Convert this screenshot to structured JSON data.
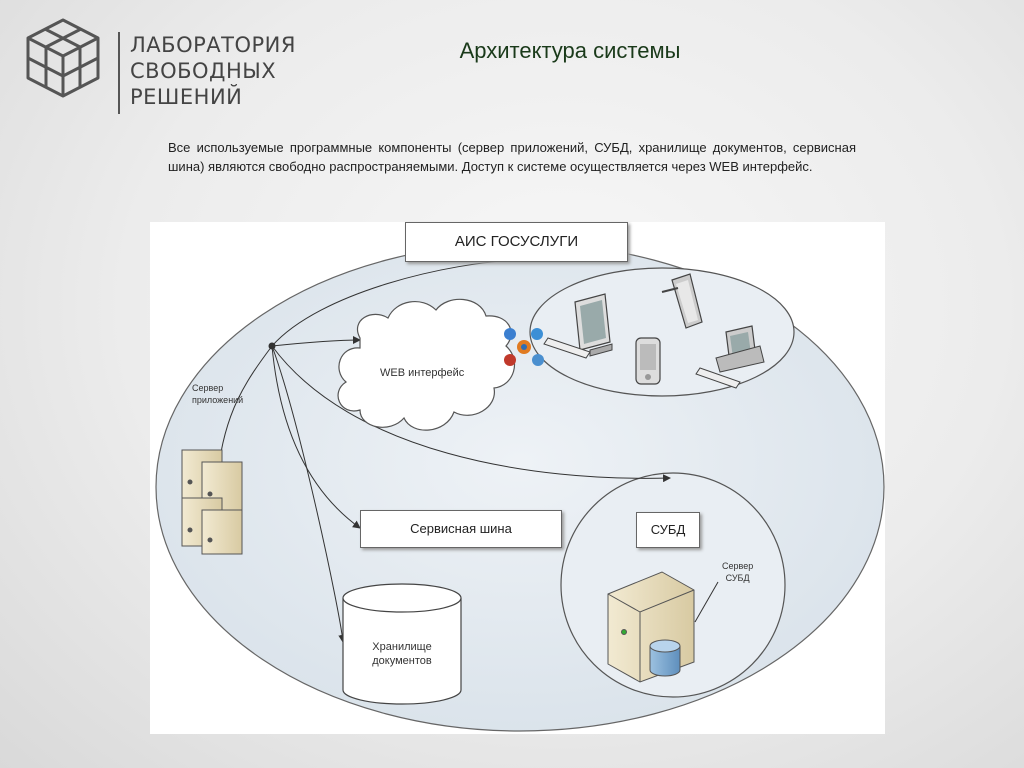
{
  "logo": {
    "line1": "ЛАБОРАТОРИЯ",
    "line2": "СВОБОДНЫХ",
    "line3": "РЕШЕНИЙ",
    "color": "#444444"
  },
  "title": "Архитектура системы",
  "intro": "Все используемые программные компоненты (сервер приложений, СУБД, хранилище документов, сервисная шина) являются свободно распространяемыми. Доступ к системе осуществляется через WEB интерфейс.",
  "diagram": {
    "system_box": "АИС ГОСУСЛУГИ",
    "app_server_line1": "Сервер",
    "app_server_line2": "приложений",
    "web_interface": "WEB интерфейс",
    "service_bus": "Сервисная шина",
    "dbms_box": "СУБД",
    "dbms_server_line1": "Сервер",
    "dbms_server_line2": "СУБД",
    "storage_line1": "Хранилище",
    "storage_line2": "документов",
    "colors": {
      "ellipse_fill": "#dde6ee",
      "outline": "#555555",
      "server_beige": "#e6dcc0"
    },
    "icons": [
      "desktop-computer-icon",
      "tablet-icon",
      "smartphone-icon",
      "workstation-icon",
      "browser-icons"
    ]
  }
}
